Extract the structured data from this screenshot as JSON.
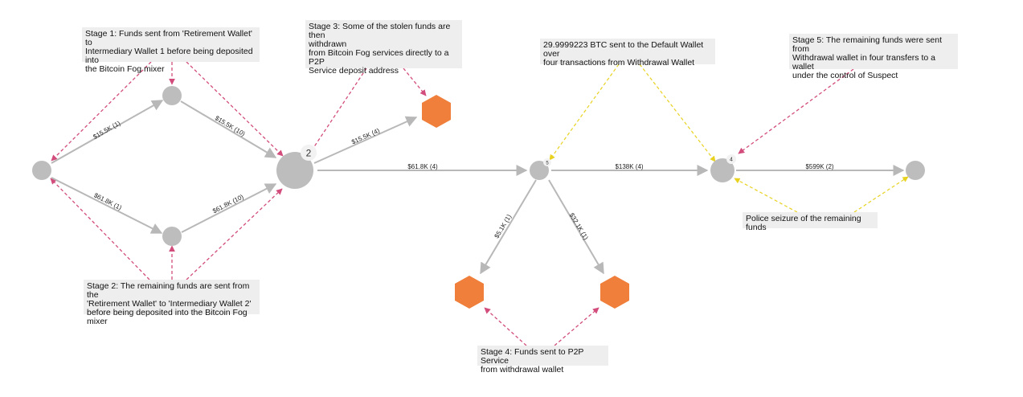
{
  "colors": {
    "node": "#bdbdbd",
    "p2p_node": "#ef7f3b",
    "edge": "#b8b8b8",
    "annotation_pink": "#d24d7c",
    "annotation_yellow": "#e8d21f",
    "note_bg": "#eeeeee",
    "badge_bg": "#f2f2f2"
  },
  "annotations": {
    "stage1": "Stage 1: Funds sent from 'Retirement Wallet' to\nIntermediary Wallet 1 before being deposited into\nthe Bitcoin Fog mixer",
    "stage3": "Stage 3: Some of the stolen funds are then\nwithdrawn\nfrom Bitcoin Fog services directly to a P2P\nService deposit address",
    "btc_note": "29.9999223 BTC sent to the Default Wallet over\nfour transactions from Withdrawal Wallet",
    "stage5": "Stage 5: The remaining funds were sent from\nWithdrawal wallet in four transfers to a wallet\nunder the control of Suspect",
    "police": "Police seizure of the remaining funds",
    "stage2": "Stage 2: The remaining funds are sent from the\n'Retirement Wallet' to 'Intermediary Wallet 2'\nbefore being deposited into the Bitcoin Fog mixer",
    "stage4": "Stage 4: Funds sent to P2P Service\nfrom withdrawal wallet"
  },
  "badges": {
    "mixer": "2",
    "withdrawal": "5",
    "default": "4"
  },
  "edges": {
    "retire_to_int1": "$15.5K (1)",
    "int1_to_mixer": "$15.5K (10)",
    "retire_to_int2": "$61.8K (1)",
    "int2_to_mixer": "$61.8K (10)",
    "mixer_to_p2p1": "$15.5K (4)",
    "mixer_to_withdrawal": "$61.8K (4)",
    "withdrawal_to_p2p2": "$5.1K (1)",
    "withdrawal_to_p2p3": "$32.1K (1)",
    "withdrawal_to_default": "$138K (4)",
    "default_to_suspect": "$599K (2)"
  }
}
